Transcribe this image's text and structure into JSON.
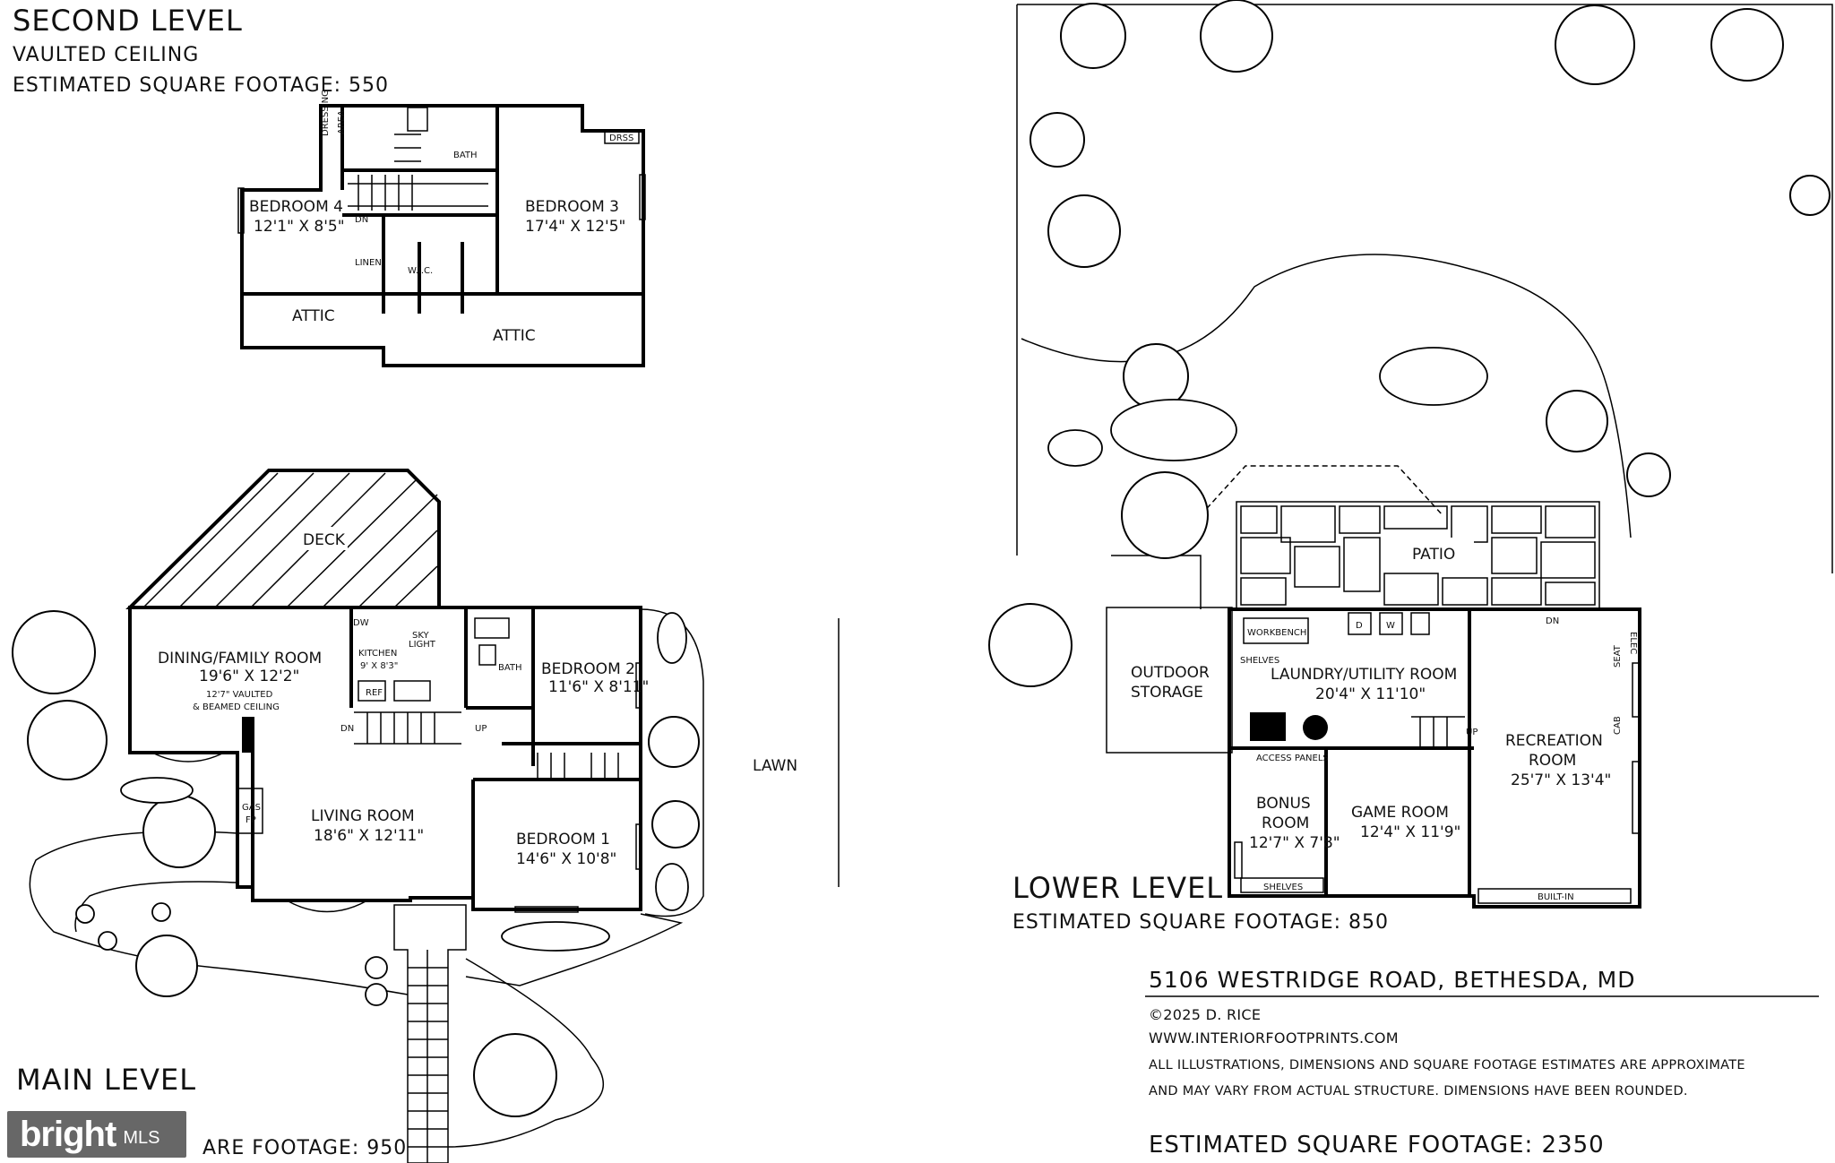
{
  "second_level": {
    "title": "SECOND LEVEL",
    "subtitle": "VAULTED CEILING",
    "sqft": "ESTIMATED SQUARE FOOTAGE: 550",
    "rooms": {
      "bedroom4": "BEDROOM 4",
      "bedroom4_dim": "12'1\" X 8'5\"",
      "bedroom3": "BEDROOM 3",
      "bedroom3_dim": "17'4\" X 12'5\"",
      "bath": "BATH",
      "dressing": "DRESSING",
      "area": "AREA",
      "linen": "LINEN",
      "wic": "W.I.C.",
      "dn": "DN",
      "drss": "DRSS",
      "attic1": "ATTIC",
      "attic2": "ATTIC"
    }
  },
  "main_level": {
    "title": "MAIN LEVEL",
    "sqft_partial": "ARE FOOTAGE: 950",
    "rooms": {
      "deck": "DECK",
      "dining": "DINING/FAMILY ROOM",
      "dining_dim": "19'6\" X 12'2\"",
      "dining_note1": "12'7\" VAULTED",
      "dining_note2": "& BEAMED CEILING",
      "kitchen": "KITCHEN",
      "kitchen_dim": "9' X 8'3\"",
      "dw": "DW",
      "sky": "SKY",
      "light": "LIGHT",
      "ref": "REF",
      "bath": "BATH",
      "bedroom2": "BEDROOM 2",
      "bedroom2_dim": "11'6\" X 8'11\"",
      "dn": "DN",
      "up": "UP",
      "living": "LIVING ROOM",
      "living_dim": "18'6\" X 12'11\"",
      "gas": "GAS",
      "fp": "FP",
      "bedroom1": "BEDROOM 1",
      "bedroom1_dim": "14'6\" X 10'8\"",
      "lawn": "LAWN"
    }
  },
  "lower_level": {
    "title": "LOWER LEVEL",
    "sqft": "ESTIMATED SQUARE FOOTAGE: 850",
    "rooms": {
      "patio": "PATIO",
      "outdoor1": "OUTDOOR",
      "outdoor2": "STORAGE",
      "workbench": "WORKBENCH",
      "shelves_top": "SHELVES",
      "laundry": "LAUNDRY/UTILITY ROOM",
      "laundry_dim": "20'4\" X 11'10\"",
      "d": "D",
      "w": "W",
      "dn": "DN",
      "up": "UP",
      "elec": "ELEC",
      "seat": "SEAT",
      "cab": "CAB",
      "access": "ACCESS PANELS",
      "recreation1": "RECREATION",
      "recreation2": "ROOM",
      "recreation_dim": "25'7\" X 13'4\"",
      "bonus1": "BONUS",
      "bonus2": "ROOM",
      "bonus_dim": "12'7\" X 7'8\"",
      "game": "GAME ROOM",
      "game_dim": "12'4\" X 11'9\"",
      "shelves_bottom": "SHELVES",
      "builtin": "BUILT-IN"
    }
  },
  "info": {
    "address": "5106 WESTRIDGE ROAD, BETHESDA, MD",
    "copyright": "©2025 D. RICE",
    "website": "WWW.INTERIORFOOTPRINTS.COM",
    "disclaimer1": "ALL ILLUSTRATIONS, DIMENSIONS AND SQUARE FOOTAGE ESTIMATES ARE APPROXIMATE",
    "disclaimer2": "AND MAY VARY FROM ACTUAL STRUCTURE. DIMENSIONS HAVE BEEN ROUNDED.",
    "total_sqft": "ESTIMATED SQUARE FOOTAGE: 2350"
  },
  "watermark": {
    "main": "bright",
    "sub": "MLS"
  }
}
